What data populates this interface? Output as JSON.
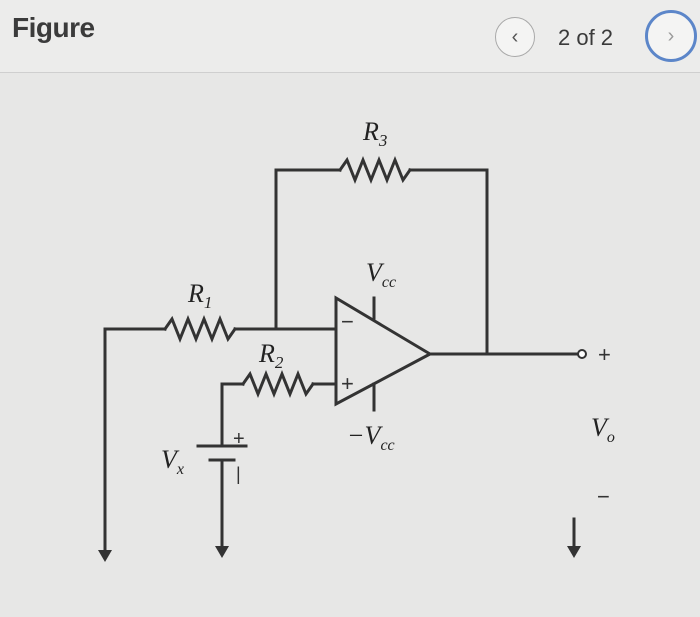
{
  "header": {
    "title": "Figure",
    "prev_glyph": "‹",
    "next_glyph": "›",
    "pager": "2 of 2"
  },
  "icons": {
    "prev": "chevron-left-icon",
    "next": "chevron-right-icon"
  },
  "colors": {
    "accent_ring": "#5c86c9",
    "wire": "#333333"
  },
  "diagram": {
    "r1": {
      "base": "R",
      "sub": "1"
    },
    "r2": {
      "base": "R",
      "sub": "2"
    },
    "r3": {
      "base": "R",
      "sub": "3"
    },
    "vcc_pos": {
      "base": "V",
      "sub": "cc"
    },
    "vcc_neg": {
      "base": "−V",
      "sub": "cc"
    },
    "vx": {
      "base": "V",
      "sub": "x"
    },
    "vo": {
      "base": "V",
      "sub": "o"
    },
    "opamp_minus": "−",
    "opamp_plus": "+",
    "battery_plus": "+",
    "battery_minus": "|",
    "out_plus": "+",
    "out_minus": "−"
  }
}
